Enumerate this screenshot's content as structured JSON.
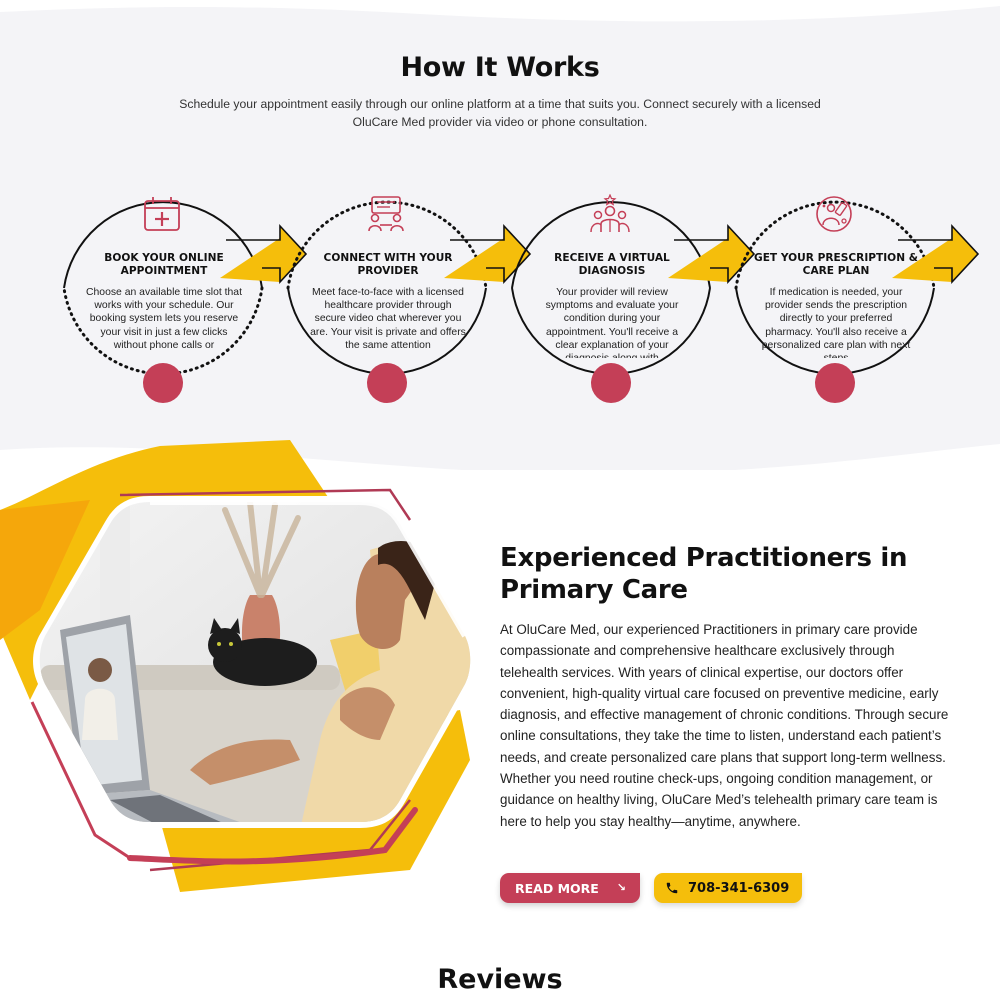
{
  "how_it_works": {
    "title": "How It Works",
    "subtitle": "Schedule your appointment easily through our online platform at a time that suits you. Connect securely with a licensed OluCare Med provider via video or phone consultation.",
    "steps": [
      {
        "icon": "calendar-plus-icon",
        "title": "BOOK YOUR ONLINE APPOINTMENT",
        "text": "Choose an available time slot that works with your schedule. Our booking system lets you reserve your visit in just a few clicks without phone calls or"
      },
      {
        "icon": "video-consult-icon",
        "title": "CONNECT WITH YOUR PROVIDER",
        "text": "Meet face-to-face with a licensed healthcare provider through secure video chat wherever you are. Your visit is private and offers the same attention"
      },
      {
        "icon": "doctor-group-icon",
        "title": "RECEIVE A VIRTUAL DIAGNOSIS",
        "text": "Your provider will review symptoms and evaluate your condition during your appointment. You'll receive a clear explanation of your diagnosis along with"
      },
      {
        "icon": "prescription-icon",
        "title": "GET YOUR PRESCRIPTION & CARE PLAN",
        "text": "If medication is needed, your provider sends the prescription directly to your preferred pharmacy. You'll also receive a personalized care plan with next steps"
      }
    ]
  },
  "practitioners": {
    "title": "Experienced Practitioners in Primary Care",
    "body": "At OluCare Med, our experienced Practitioners in primary care provide compassionate and comprehensive healthcare exclusively through telehealth services. With years of clinical expertise, our doctors offer convenient, high-quality virtual care focused on preventive medicine, early diagnosis, and effective management of chronic conditions. Through secure online consultations, they take the time to listen, understand each patient’s needs, and create personalized care plans that support long-term wellness. Whether you need routine check-ups, ongoing condition management, or guidance on healthy living, OluCare Med’s telehealth primary care team is here to help you stay healthy—anytime, anywhere.",
    "read_more_label": "READ MORE",
    "phone_label": "708-341-6309"
  },
  "reviews": {
    "title": "Reviews"
  },
  "colors": {
    "accent_red": "#c43f57",
    "accent_yellow": "#f5be0b",
    "band_bg": "#f4f4f7"
  }
}
